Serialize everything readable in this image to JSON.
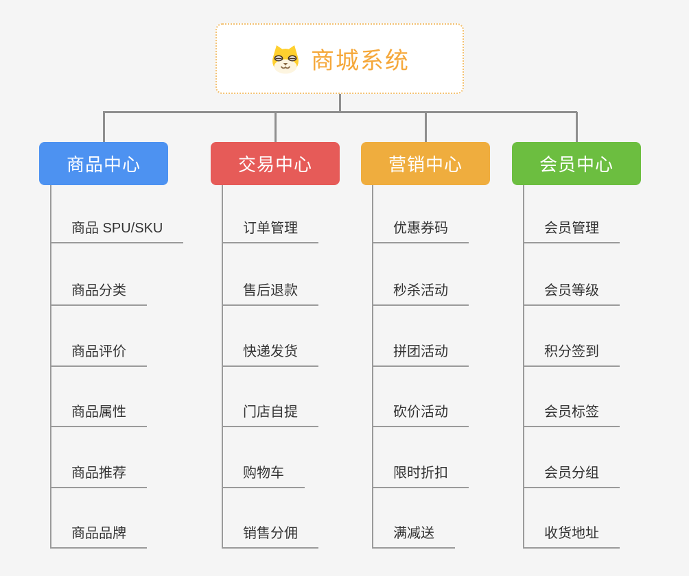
{
  "app": {
    "background": "#f5f5f5",
    "connector_color": "#8f8f8f",
    "underline_color": "#9a9a9a"
  },
  "root": {
    "title": "商城系统",
    "icon": "dog-face-icon",
    "accent": "#f5a83b",
    "border_color": "#f3c171"
  },
  "branches": [
    {
      "id": "product-center",
      "label": "商品中心",
      "color": "#4d92f1",
      "items": [
        "商品 SPU/SKU",
        "商品分类",
        "商品评价",
        "商品属性",
        "商品推荐",
        "商品品牌"
      ]
    },
    {
      "id": "trade-center",
      "label": "交易中心",
      "color": "#e65b58",
      "items": [
        "订单管理",
        "售后退款",
        "快递发货",
        "门店自提",
        "购物车",
        "销售分佣"
      ]
    },
    {
      "id": "marketing-center",
      "label": "营销中心",
      "color": "#efad3e",
      "items": [
        "优惠券码",
        "秒杀活动",
        "拼团活动",
        "砍价活动",
        "限时折扣",
        "满减送"
      ]
    },
    {
      "id": "member-center",
      "label": "会员中心",
      "color": "#6cbe40",
      "items": [
        "会员管理",
        "会员等级",
        "积分签到",
        "会员标签",
        "会员分组",
        "收货地址"
      ]
    }
  ]
}
